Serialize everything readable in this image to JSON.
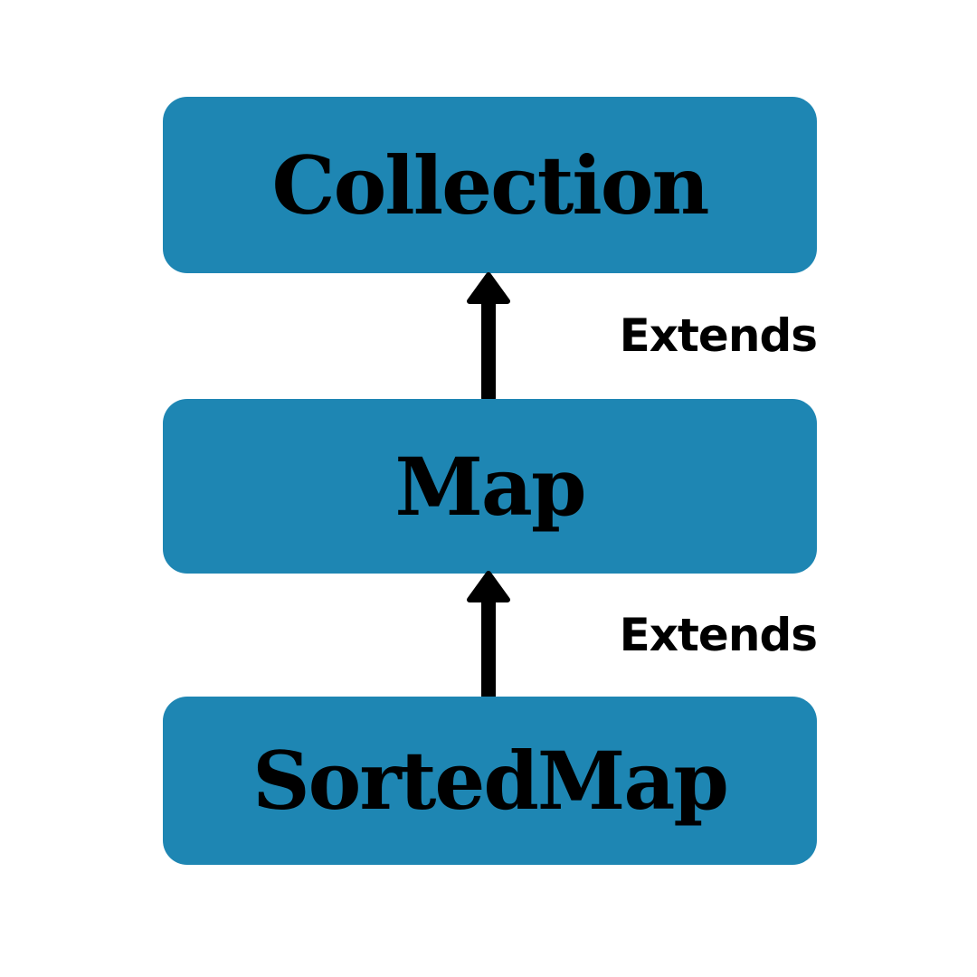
{
  "colors": {
    "background": "#FFFFFF",
    "node_fill": "#1E86B3",
    "node_text": "#000000",
    "arrow": "#000000",
    "edge_label_text": "#000000"
  },
  "diagram": {
    "type": "hierarchy",
    "nodes": [
      {
        "label": "Collection"
      },
      {
        "label": "Map"
      },
      {
        "label": "SortedMap"
      }
    ],
    "edges": [
      {
        "from": "Map",
        "to": "Collection",
        "label": "Extends",
        "icon": "arrow-up-icon"
      },
      {
        "from": "SortedMap",
        "to": "Map",
        "label": "Extends",
        "icon": "arrow-up-icon"
      }
    ]
  }
}
